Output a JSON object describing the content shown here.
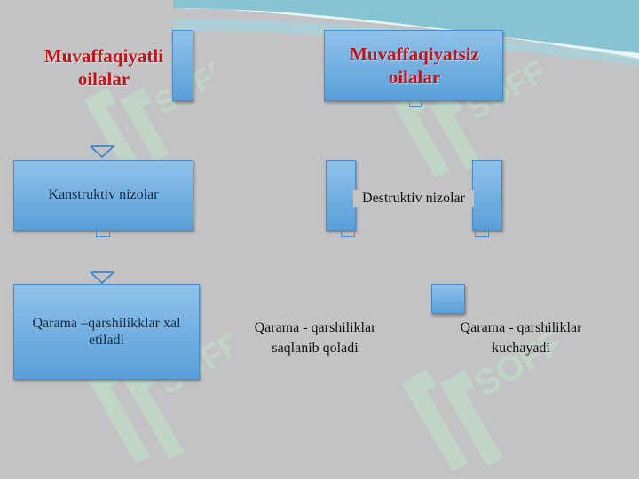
{
  "diagram": {
    "successful_title": "Muvaffaqiyatli oilalar",
    "unsuccessful_title": "Muvaffaqiyatsiz oilalar",
    "constructive_label": "Kanstruktiv nizolar",
    "resolved_label": "Qarama –qarshilikklar xal etiladi",
    "destructive_label": "Destruktiv nizolar",
    "preserved_line1": "Qarama - qarshiliklar",
    "preserved_line2": "saqlanib qoladi",
    "intensify_line1": "Qarama - qarshiliklar",
    "intensify_line2": "kuchayadi"
  },
  "watermark": {
    "text": "SOFF"
  },
  "colors": {
    "box_fill_top": "#8fc2ea",
    "box_fill_bottom": "#5a9fd9",
    "title_red": "#c0141b",
    "background": "#c3c3c5"
  }
}
